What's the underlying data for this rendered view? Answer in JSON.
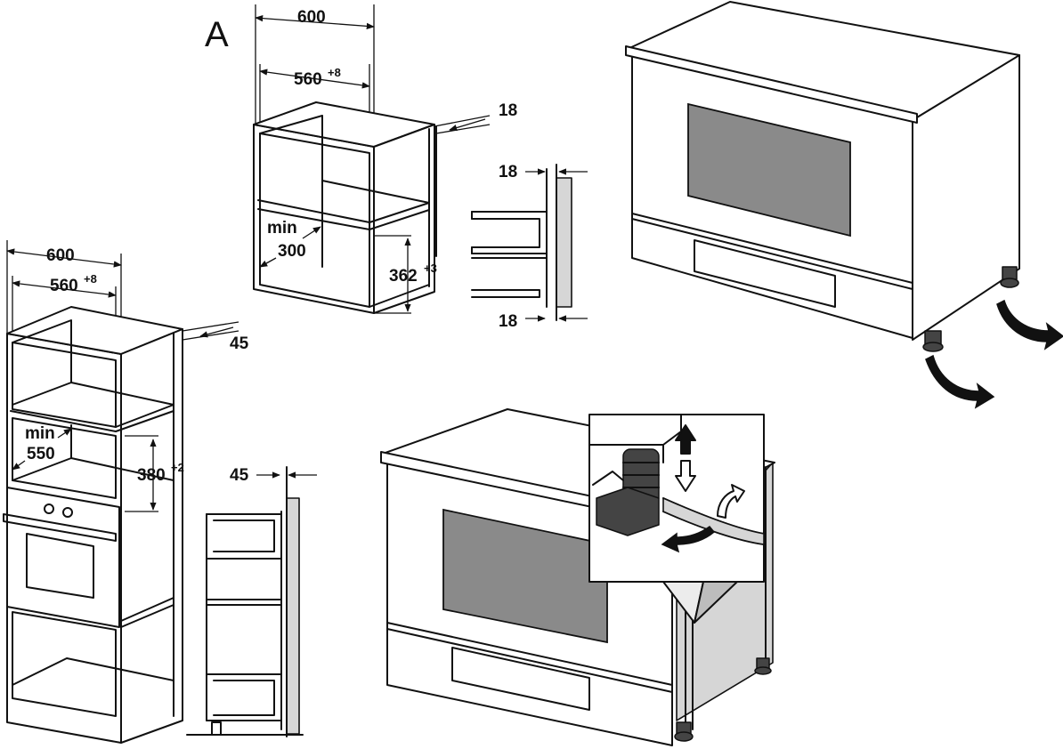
{
  "figure_label": "A",
  "top_cabinet": {
    "width": "600",
    "niche_width": "560",
    "niche_width_tolerance": "+8",
    "depth_offset": "18",
    "min_label": "min",
    "min_depth": "300",
    "niche_height": "362",
    "niche_height_tolerance": "+3"
  },
  "top_section": {
    "top_thickness": "18",
    "bottom_thickness": "18"
  },
  "tall_cabinet": {
    "width": "600",
    "niche_width": "560",
    "niche_width_tolerance": "+8",
    "depth_offset": "45",
    "min_label": "min",
    "min_depth": "550",
    "niche_height": "380",
    "niche_height_tolerance": "+2"
  },
  "tall_section": {
    "gap": "45"
  },
  "colors": {
    "line": "#111111",
    "shade": "#d6d6d6",
    "glass": "#8a8a8a"
  }
}
